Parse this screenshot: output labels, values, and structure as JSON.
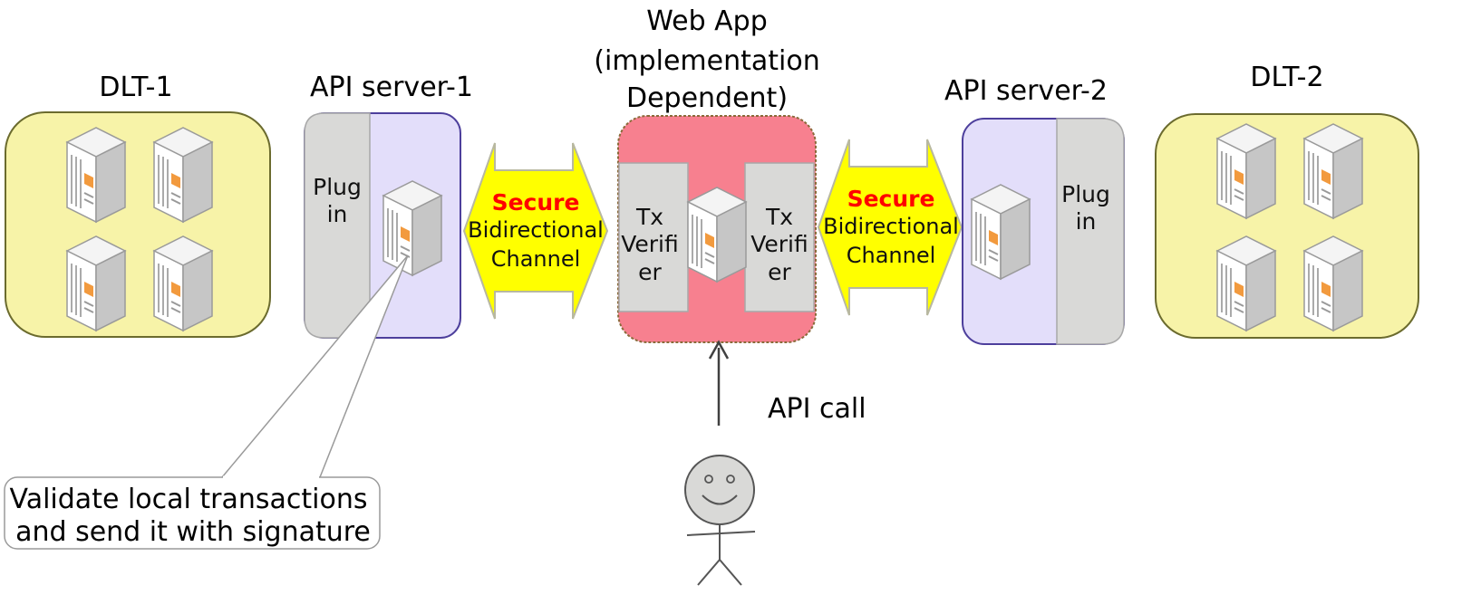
{
  "dlt1": {
    "label": "DLT-1"
  },
  "dlt2": {
    "label": "DLT-2"
  },
  "api1": {
    "title": "API server-1",
    "plugin": [
      "Plug",
      "in"
    ]
  },
  "api2": {
    "title": "API server-2",
    "plugin": [
      "Plug",
      "in"
    ]
  },
  "webapp": {
    "title": [
      "Web App",
      "(implementation",
      "Dependent)"
    ],
    "verifier_left": [
      "Tx",
      "Verifi",
      "er"
    ],
    "verifier_right": [
      "Tx",
      "Verifi",
      "er"
    ]
  },
  "channel_left": {
    "secure": "Secure",
    "lines": [
      "Bidirectional",
      "Channel"
    ]
  },
  "channel_right": {
    "secure": "Secure",
    "lines": [
      "Bidirectional",
      "Channel"
    ]
  },
  "api_call": "API call",
  "callout": {
    "lines": [
      "Validate local transactions",
      "and send it with signature"
    ]
  },
  "colors": {
    "dlt_fill": "#f7f3a8",
    "api_fill": "#e3defa",
    "plugin_fill": "#d9d9d7",
    "webapp_fill": "#f7808f",
    "channel_fill": "#ffff00",
    "secure_text": "#ff0000"
  }
}
